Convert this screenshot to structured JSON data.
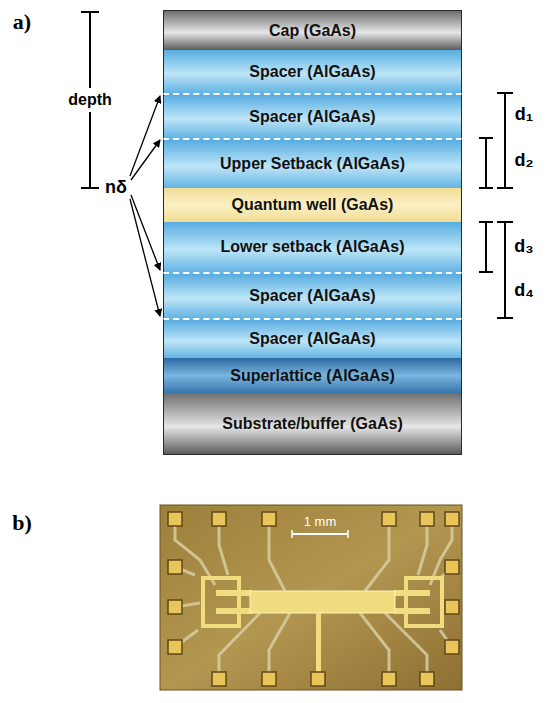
{
  "diagram": {
    "nodes": [
      {
        "text": [
          "Cap (GaAs)"
        ]
      },
      {
        "text": [
          "Spacer (AlGaAs)"
        ]
      },
      {
        "text": [
          "Spacer (AlGaAs)"
        ]
      },
      {
        "text": [
          "Upper Setback (AlGaAs)"
        ]
      },
      {
        "text": [
          "Quantum well (GaAs)"
        ]
      },
      {
        "text": [
          "Lower setback (AlGaAs)"
        ]
      },
      {
        "text": [
          "Spacer (AlGaAs)"
        ]
      },
      {
        "text": [
          "Spacer (AlGaAs)"
        ]
      },
      {
        "text": [
          "Superlattice (AlGaAs)"
        ]
      },
      {
        "text": [
          "Substrate/buffer (GaAs)"
        ]
      }
    ],
    "labels": [
      "a)",
      "depth",
      "nδ",
      "d₁",
      "d₂",
      "d₃",
      "d₄",
      "b)",
      "1 mm"
    ]
  }
}
